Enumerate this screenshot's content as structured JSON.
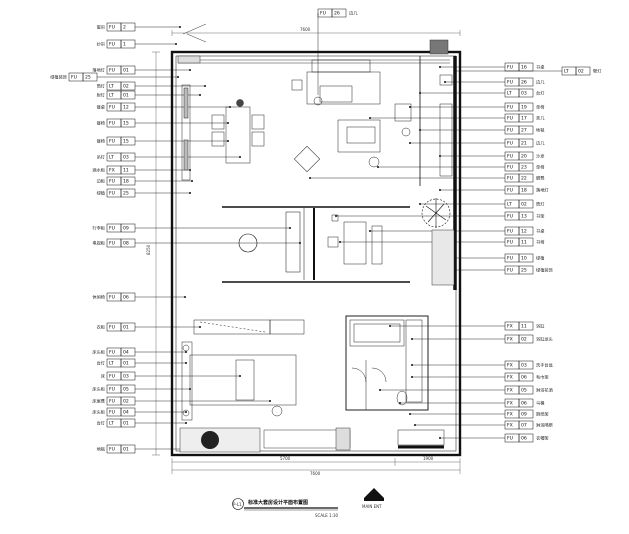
{
  "drawing": {
    "title": "标准大套房设计平面布置图",
    "scale": "SCALE 1:30",
    "north": "MAIN ENT",
    "ref": "P-L1",
    "dims": {
      "top": "7600",
      "bottom_total": "7600",
      "bottom_a": "5700",
      "bottom_b": "1900",
      "left": "8250"
    }
  },
  "tags": {
    "left": [
      {
        "code": "FU",
        "num": "2",
        "label": "窗帘"
      },
      {
        "code": "FU",
        "num": "1",
        "label": "纱帘"
      },
      {
        "code": "FU",
        "num": "01",
        "label": "落地灯"
      },
      {
        "code": "FU",
        "num": "25",
        "label": "绿植装饰"
      },
      {
        "code": "LT",
        "num": "02",
        "label": "筒灯"
      },
      {
        "code": "LT",
        "num": "01",
        "label": "射灯"
      },
      {
        "code": "FU",
        "num": "12",
        "label": "餐桌"
      },
      {
        "code": "FU",
        "num": "15",
        "label": "餐椅"
      },
      {
        "code": "FU",
        "num": "15",
        "label": "餐椅"
      },
      {
        "code": "LT",
        "num": "03",
        "label": "吊灯"
      },
      {
        "code": "FX",
        "num": "11",
        "label": "酒水柜"
      },
      {
        "code": "FU",
        "num": "18",
        "label": "边柜"
      },
      {
        "code": "FU",
        "num": "25",
        "label": "绿植"
      },
      {
        "code": "FU",
        "num": "09",
        "label": "行李柜"
      },
      {
        "code": "FU",
        "num": "08",
        "label": "电视柜"
      },
      {
        "code": "FU",
        "num": "06",
        "label": "休闲椅"
      },
      {
        "code": "FU",
        "num": "01",
        "label": "衣柜"
      },
      {
        "code": "FU",
        "num": "04",
        "label": "床头柜"
      },
      {
        "code": "LT",
        "num": "01",
        "label": "台灯"
      },
      {
        "code": "FU",
        "num": "03",
        "label": "床"
      },
      {
        "code": "FU",
        "num": "05",
        "label": "床头柜"
      },
      {
        "code": "FU",
        "num": "02",
        "label": "床尾凳"
      },
      {
        "code": "FU",
        "num": "04",
        "label": "床头柜"
      },
      {
        "code": "LT",
        "num": "01",
        "label": "台灯"
      },
      {
        "code": "FU",
        "num": "01",
        "label": "地毯"
      }
    ],
    "right": [
      {
        "code": "FU",
        "num": "16",
        "label": "书桌"
      },
      {
        "code": "FU",
        "num": "26",
        "label": "边几"
      },
      {
        "code": "LT",
        "num": "03",
        "label": "台灯"
      },
      {
        "code": "FU",
        "num": "19",
        "label": "单椅"
      },
      {
        "code": "FU",
        "num": "17",
        "label": "茶几"
      },
      {
        "code": "FU",
        "num": "27",
        "label": "地毯"
      },
      {
        "code": "FU",
        "num": "21",
        "label": "边几"
      },
      {
        "code": "FU",
        "num": "20",
        "label": "沙发"
      },
      {
        "code": "FU",
        "num": "23",
        "label": "单椅"
      },
      {
        "code": "FU",
        "num": "22",
        "label": "脚凳"
      },
      {
        "code": "FU",
        "num": "18",
        "label": "落地灯"
      },
      {
        "code": "LT",
        "num": "02",
        "label": "筒灯"
      },
      {
        "code": "FU",
        "num": "13",
        "label": "书架"
      },
      {
        "code": "FU",
        "num": "12",
        "label": "书桌"
      },
      {
        "code": "FU",
        "num": "11",
        "label": "书椅"
      },
      {
        "code": "FU",
        "num": "10",
        "label": "绿植"
      },
      {
        "code": "FU",
        "num": "25",
        "label": "绿植装饰"
      },
      {
        "code": "FX",
        "num": "11",
        "label": "浴缸"
      },
      {
        "code": "FX",
        "num": "02",
        "label": "浴缸龙头"
      },
      {
        "code": "FX",
        "num": "03",
        "label": "洗手台盆"
      },
      {
        "code": "FX",
        "num": "06",
        "label": "毛巾架"
      },
      {
        "code": "FX",
        "num": "05",
        "label": "淋浴花洒"
      },
      {
        "code": "FX",
        "num": "06",
        "label": "马桶"
      },
      {
        "code": "FX",
        "num": "09",
        "label": "厕纸架"
      },
      {
        "code": "FX",
        "num": "07",
        "label": "淋浴隔断"
      },
      {
        "code": "FU",
        "num": "06",
        "label": "衣帽架"
      }
    ],
    "top": [
      {
        "code": "FU",
        "num": "26",
        "label": "边几"
      },
      {
        "code": "LT",
        "num": "02",
        "label": "壁灯"
      }
    ]
  }
}
